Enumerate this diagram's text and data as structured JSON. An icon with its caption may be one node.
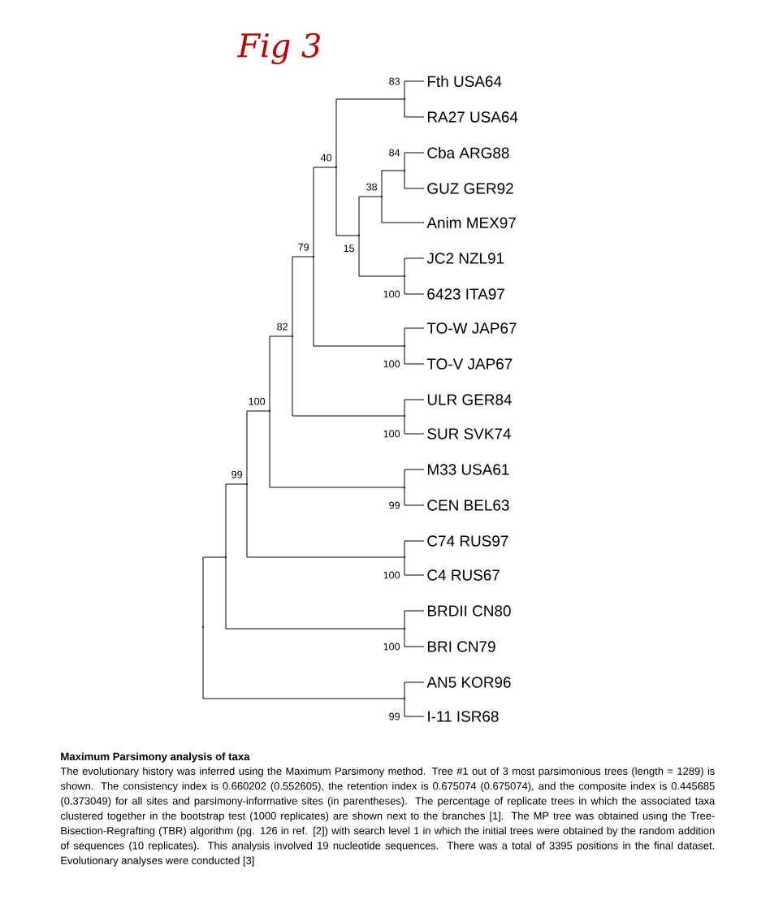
{
  "diagram": {
    "title": "Fig 3",
    "nodes": [
      {
        "text": [
          "Fth USA64"
        ]
      },
      {
        "text": [
          "RA27 USA64"
        ]
      },
      {
        "text": [
          "Cba ARG88"
        ]
      },
      {
        "text": [
          "GUZ GER92"
        ]
      },
      {
        "text": [
          "Anim MEX97"
        ]
      },
      {
        "text": [
          "JC2 NZL91"
        ]
      },
      {
        "text": [
          "6423 ITA97"
        ]
      },
      {
        "text": [
          "TO-W JAP67"
        ]
      },
      {
        "text": [
          "TO-V JAP67"
        ]
      },
      {
        "text": [
          "ULR GER84"
        ]
      },
      {
        "text": [
          "SUR SVK74"
        ]
      },
      {
        "text": [
          "M33 USA61"
        ]
      },
      {
        "text": [
          "CEN BEL63"
        ]
      },
      {
        "text": [
          "C74 RUS97"
        ]
      },
      {
        "text": [
          "C4 RUS67"
        ]
      },
      {
        "text": [
          "BRDII CN80"
        ]
      },
      {
        "text": [
          "BRI CN79"
        ]
      },
      {
        "text": [
          "AN5 KOR96"
        ]
      },
      {
        "text": [
          "I-11 ISR68"
        ]
      },
      {
        "text": [],
        "shape": "point",
        "beside": [
          "83"
        ]
      },
      {
        "text": [],
        "shape": "point",
        "beside": [
          "84"
        ]
      },
      {
        "text": [],
        "shape": "point",
        "beside": [
          "38"
        ]
      },
      {
        "text": [],
        "shape": "point",
        "beside": [
          "100"
        ]
      },
      {
        "text": [],
        "shape": "point",
        "beside": [
          "15"
        ]
      },
      {
        "text": [],
        "shape": "point",
        "beside": [
          "40"
        ]
      },
      {
        "text": [],
        "shape": "point",
        "beside": [
          "100"
        ]
      },
      {
        "text": [],
        "shape": "point",
        "beside": [
          "79"
        ]
      },
      {
        "text": [],
        "shape": "point",
        "beside": [
          "100"
        ]
      },
      {
        "text": [],
        "shape": "point",
        "beside": [
          "82"
        ]
      },
      {
        "text": [],
        "shape": "point",
        "beside": [
          "99"
        ]
      },
      {
        "text": [],
        "shape": "point",
        "beside": [
          "100"
        ]
      },
      {
        "text": [],
        "shape": "point",
        "beside": [
          "100"
        ]
      },
      {
        "text": [],
        "shape": "point",
        "beside": [
          "99"
        ]
      },
      {
        "text": [],
        "shape": "point",
        "beside": [
          "100"
        ]
      },
      {
        "text": [],
        "shape": "point"
      },
      {
        "text": [],
        "shape": "point",
        "beside": [
          "99"
        ]
      },
      {
        "text": [],
        "shape": "point"
      }
    ],
    "edges": [
      {
        "from": 19,
        "to": 0,
        "arrow": "none"
      },
      {
        "from": 19,
        "to": 1,
        "arrow": "none"
      },
      {
        "from": 20,
        "to": 2,
        "arrow": "none"
      },
      {
        "from": 20,
        "to": 3,
        "arrow": "none"
      },
      {
        "from": 21,
        "to": 20,
        "arrow": "none"
      },
      {
        "from": 21,
        "to": 4,
        "arrow": "none"
      },
      {
        "from": 22,
        "to": 5,
        "arrow": "none"
      },
      {
        "from": 22,
        "to": 6,
        "arrow": "none"
      },
      {
        "from": 23,
        "to": 21,
        "arrow": "none"
      },
      {
        "from": 23,
        "to": 22,
        "arrow": "none"
      },
      {
        "from": 24,
        "to": 19,
        "arrow": "none"
      },
      {
        "from": 24,
        "to": 23,
        "arrow": "none"
      },
      {
        "from": 25,
        "to": 7,
        "arrow": "none"
      },
      {
        "from": 25,
        "to": 8,
        "arrow": "none"
      },
      {
        "from": 26,
        "to": 24,
        "arrow": "none"
      },
      {
        "from": 26,
        "to": 25,
        "arrow": "none"
      },
      {
        "from": 27,
        "to": 9,
        "arrow": "none"
      },
      {
        "from": 27,
        "to": 10,
        "arrow": "none"
      },
      {
        "from": 28,
        "to": 26,
        "arrow": "none"
      },
      {
        "from": 28,
        "to": 27,
        "arrow": "none"
      },
      {
        "from": 29,
        "to": 11,
        "arrow": "none"
      },
      {
        "from": 29,
        "to": 12,
        "arrow": "none"
      },
      {
        "from": 30,
        "to": 28,
        "arrow": "none"
      },
      {
        "from": 30,
        "to": 29,
        "arrow": "none"
      },
      {
        "from": 31,
        "to": 13,
        "arrow": "none"
      },
      {
        "from": 31,
        "to": 14,
        "arrow": "none"
      },
      {
        "from": 32,
        "to": 30,
        "arrow": "none"
      },
      {
        "from": 32,
        "to": 31,
        "arrow": "none"
      },
      {
        "from": 33,
        "to": 15,
        "arrow": "none"
      },
      {
        "from": 33,
        "to": 16,
        "arrow": "none"
      },
      {
        "from": 34,
        "to": 32,
        "arrow": "none"
      },
      {
        "from": 34,
        "to": 33,
        "arrow": "none"
      },
      {
        "from": 35,
        "to": 17,
        "arrow": "none"
      },
      {
        "from": 35,
        "to": 18,
        "arrow": "none"
      },
      {
        "from": 36,
        "to": 34,
        "arrow": "none"
      },
      {
        "from": 36,
        "to": 35,
        "arrow": "none"
      }
    ],
    "labels": [
      "Maximum Parsimony analysis of taxa",
      "The evolutionary history was inferred using the Maximum Parsimony method. Tree #1 out of 3 most parsimonious trees (length = 1289) is shown. The consistency index is 0.660202 (0.552605), the retention index is 0.675074 (0.675074), and the composite index is 0.445685 (0.373049) for all sites and parsimony-informative sites (in parentheses). The percentage of replicate trees in which the associated taxa clustered together in the bootstrap test (1000 replicates) are shown next to the branches [1]. The MP tree was obtained using the Tree-Bisection-Regrafting (TBR) algorithm (pg. 126 in ref. [2]) with search level 1 in which the initial trees were obtained by the random addition of sequences (10 replicates). This analysis involved 19 nucleotide sequences. There was a total of 3395 positions in the final dataset. Evolutionary analyses were conducted [3]"
    ]
  }
}
